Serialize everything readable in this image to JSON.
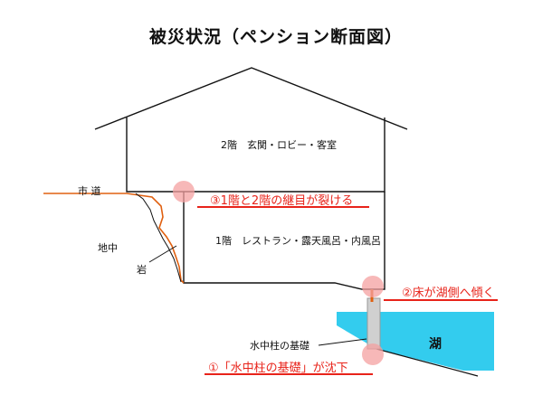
{
  "title": "被災状況（ペンション断面図）",
  "labels": {
    "floor2": "2階　玄関・ロビー・客室",
    "floor1": "1階　レストラン・露天風呂・内風呂",
    "road": "市 道",
    "ground": "地中",
    "rock": "岩",
    "foundation": "水中柱の基礎",
    "lake": "湖"
  },
  "annotations": {
    "a3": "③1階と2階の継目が裂ける",
    "a2": "②床が湖側へ傾く",
    "a1": "①「水中柱の基礎」が沈下"
  },
  "colors": {
    "annotation": "#e8231a",
    "highlight": "#f4a0a0",
    "lake": "#33ccee",
    "ground_line": "#e06010",
    "pillar": "#d0d0d0"
  }
}
